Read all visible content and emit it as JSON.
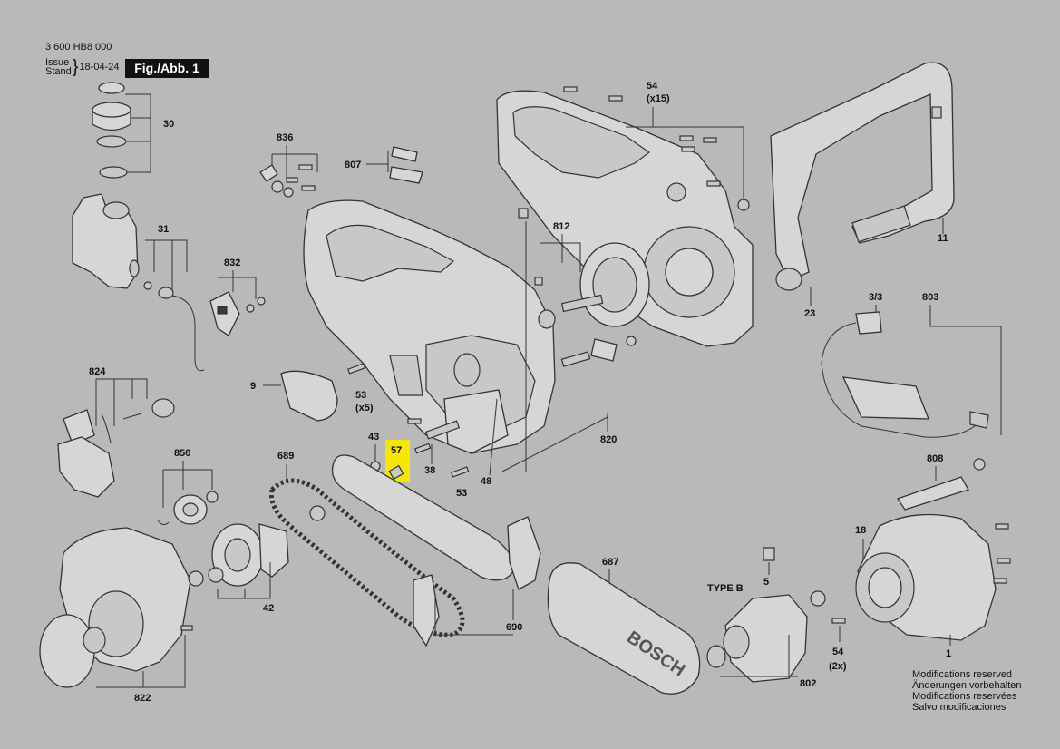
{
  "header": {
    "part_number": "3 600 HB8 000",
    "issue_label": "Issue",
    "stand_label": "Stand",
    "date": "18-04-24",
    "figure": "Fig./Abb. 1"
  },
  "notes": [
    "Modifications reserved",
    "Änderungen vorbehalten",
    "Modifications reservées",
    "Salvo modificaciones"
  ],
  "cover_brand": "BOSCH",
  "type_label": "TYPE B",
  "highlighted_part": "57",
  "labels": {
    "l30": "30",
    "l31": "31",
    "l836": "836",
    "l807": "807",
    "l832": "832",
    "l54a": "54",
    "l54a_qty": "(x15)",
    "l812": "812",
    "l11": "11",
    "l23": "23",
    "l33": "3/3",
    "l803": "803",
    "l824": "824",
    "l9": "9",
    "l53a": "53",
    "l53a_qty": "(x5)",
    "l43": "43",
    "l57": "57",
    "l38": "38",
    "l48": "48",
    "l53b": "53",
    "l820": "820",
    "l850": "850",
    "l689": "689",
    "l42": "42",
    "l690": "690",
    "l687": "687",
    "l822": "822",
    "l5": "5",
    "l802": "802",
    "l54b": "54",
    "l54b_qty": "(2x)",
    "l18": "18",
    "l808": "808",
    "l1": "1"
  },
  "colors": {
    "background": "#b9b9b9",
    "highlight": "#f5e800",
    "ink": "#111111"
  }
}
